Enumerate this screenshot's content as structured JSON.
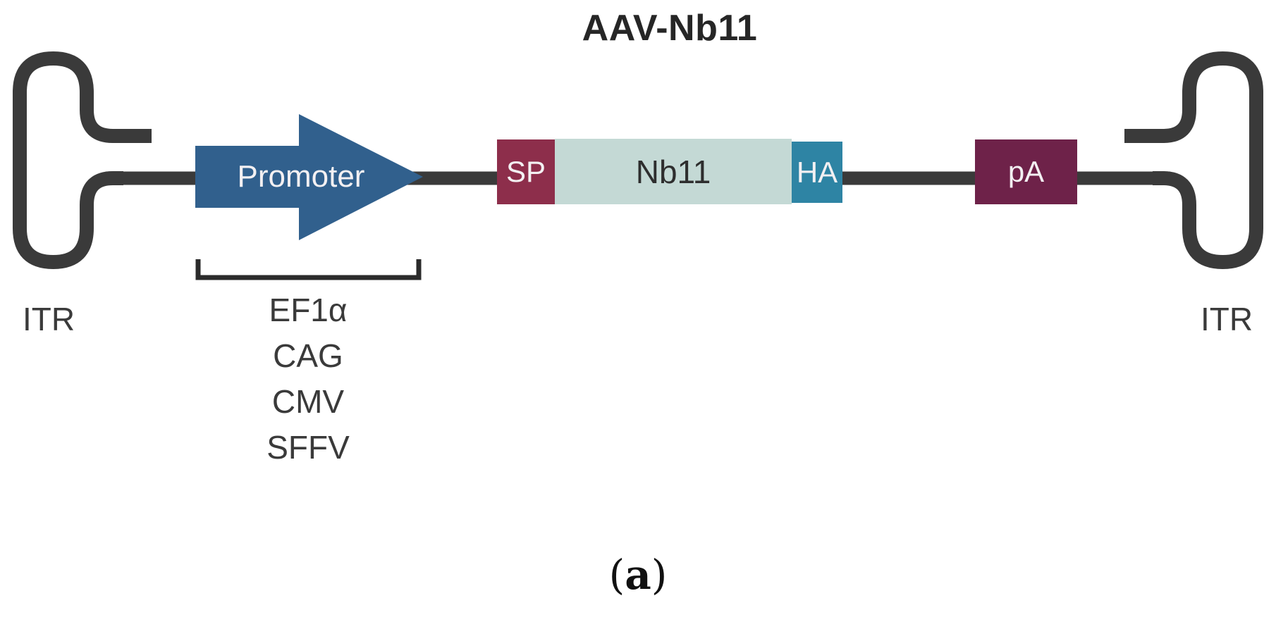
{
  "figure": {
    "title": "AAV-Nb11",
    "caption": {
      "open": "(",
      "letter": "a",
      "close": ")"
    }
  },
  "construct": {
    "left_itr_label": "ITR",
    "right_itr_label": "ITR",
    "promoter": {
      "label": "Promoter",
      "options": [
        "EF1α",
        "CAG",
        "CMV",
        "SFFV"
      ]
    },
    "elements": {
      "sp": {
        "label": "SP",
        "color": "#8D2E4B"
      },
      "gene": {
        "label": "Nb11",
        "color": "#C4D9D5"
      },
      "ha": {
        "label": "HA",
        "color": "#2E84A4"
      },
      "pa": {
        "label": "pA",
        "color": "#6E2249"
      }
    }
  },
  "colors": {
    "backbone": "#3A3A3A",
    "arrow_blue": "#31608D",
    "bracket": "#2B2B2B",
    "text_dark": "#3A3A3A",
    "title_color": "#262626",
    "box_text_light": "#F3F0F2",
    "gene_text_dark": "#2E2E2E"
  }
}
